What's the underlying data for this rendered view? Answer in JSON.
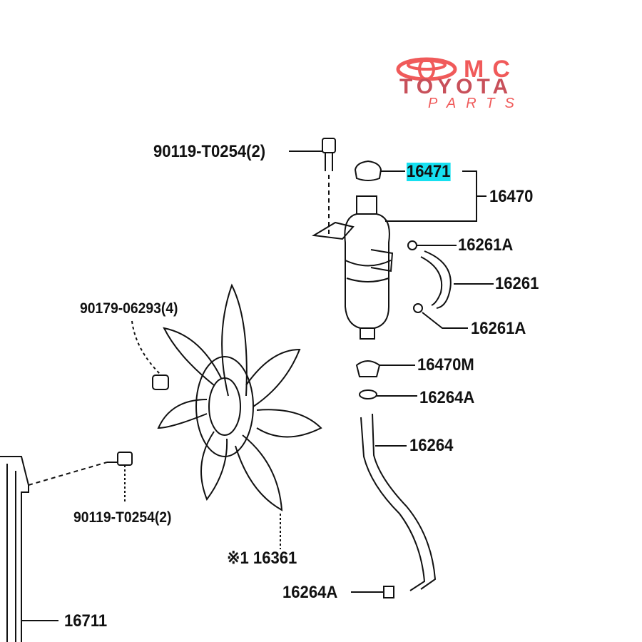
{
  "logo": {
    "mark": "MC",
    "brand": "TOYOTA",
    "sub": "PARTS",
    "colors": {
      "primary": "#f05a5a",
      "secondary": "#c8505a"
    }
  },
  "labels": {
    "bolt_top": "90119-T0254(2)",
    "cap": "16471",
    "tank": "16470",
    "clamp_upper": "16261A",
    "hose_small": "16261",
    "clamp_lower": "16261A",
    "nut": "90179-06293(4)",
    "tank_cap_bottom": "16470M",
    "clamp_hose_top": "16264A",
    "hose_long": "16264",
    "bolt_left": "90119-T0254(2)",
    "fan": "※1 16361",
    "clamp_hose_bottom": "16264A",
    "radiator": "16711"
  },
  "highlight_color": "#16e0f0"
}
